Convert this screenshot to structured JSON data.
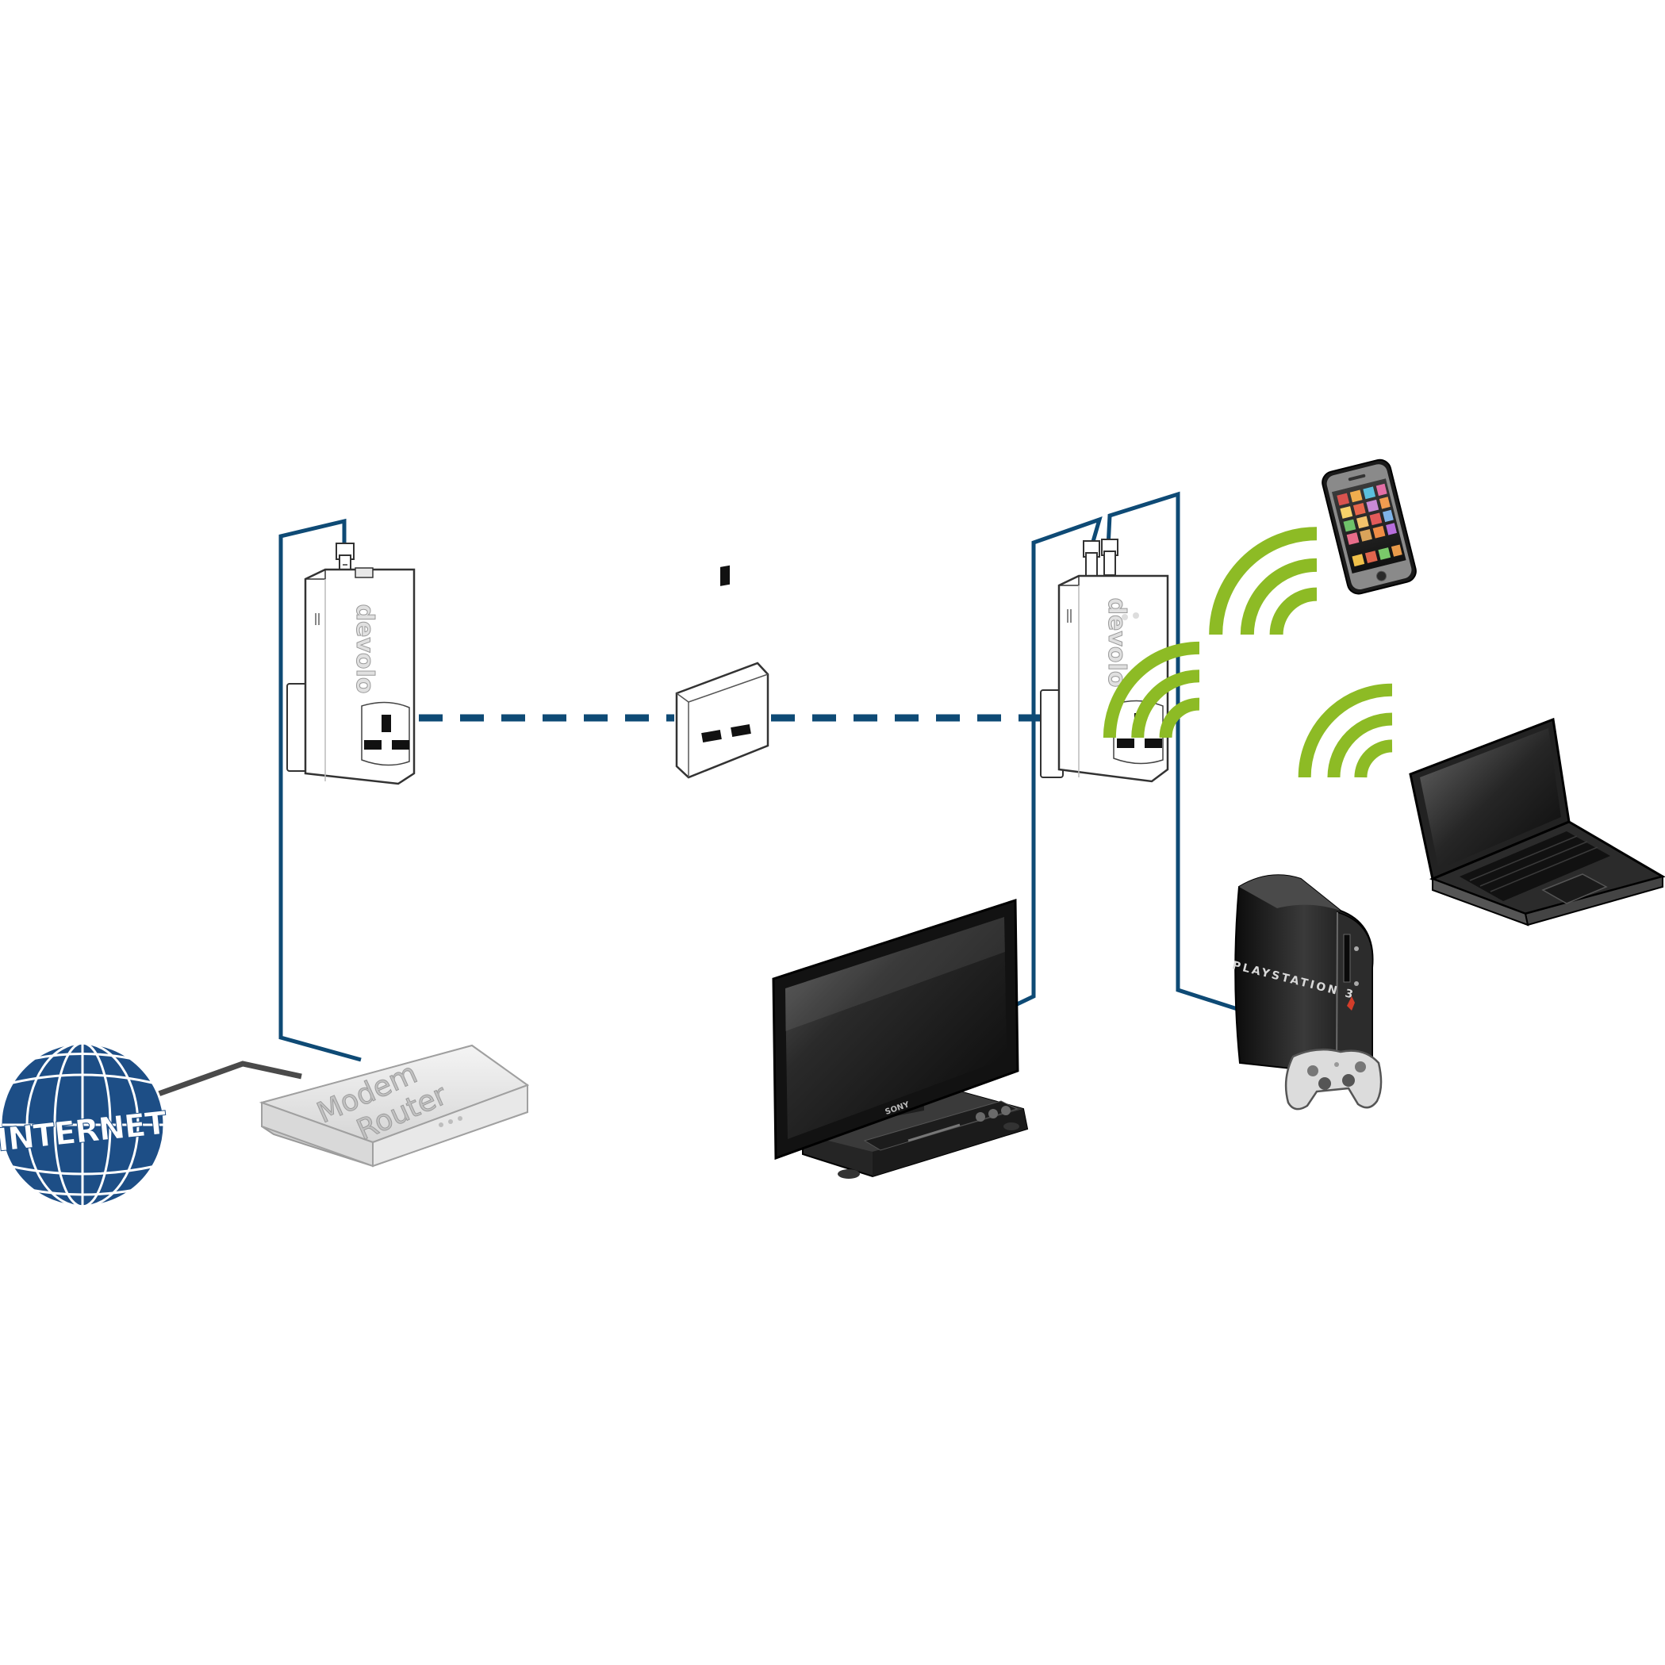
{
  "diagram": {
    "internet_label": "INTERNET",
    "router_label_line1": "Modem",
    "router_label_line2": "Router",
    "adapter_brand": "devolo",
    "console_brand": "PLAYSTATION 3",
    "tv_brand": "SONY",
    "colors": {
      "cable": "#0e4a75",
      "globe": "#1d4e86",
      "wifi": "#8dbb25",
      "router_cable": "#4a4a4a",
      "device_dark": "#1a1a1a"
    }
  }
}
